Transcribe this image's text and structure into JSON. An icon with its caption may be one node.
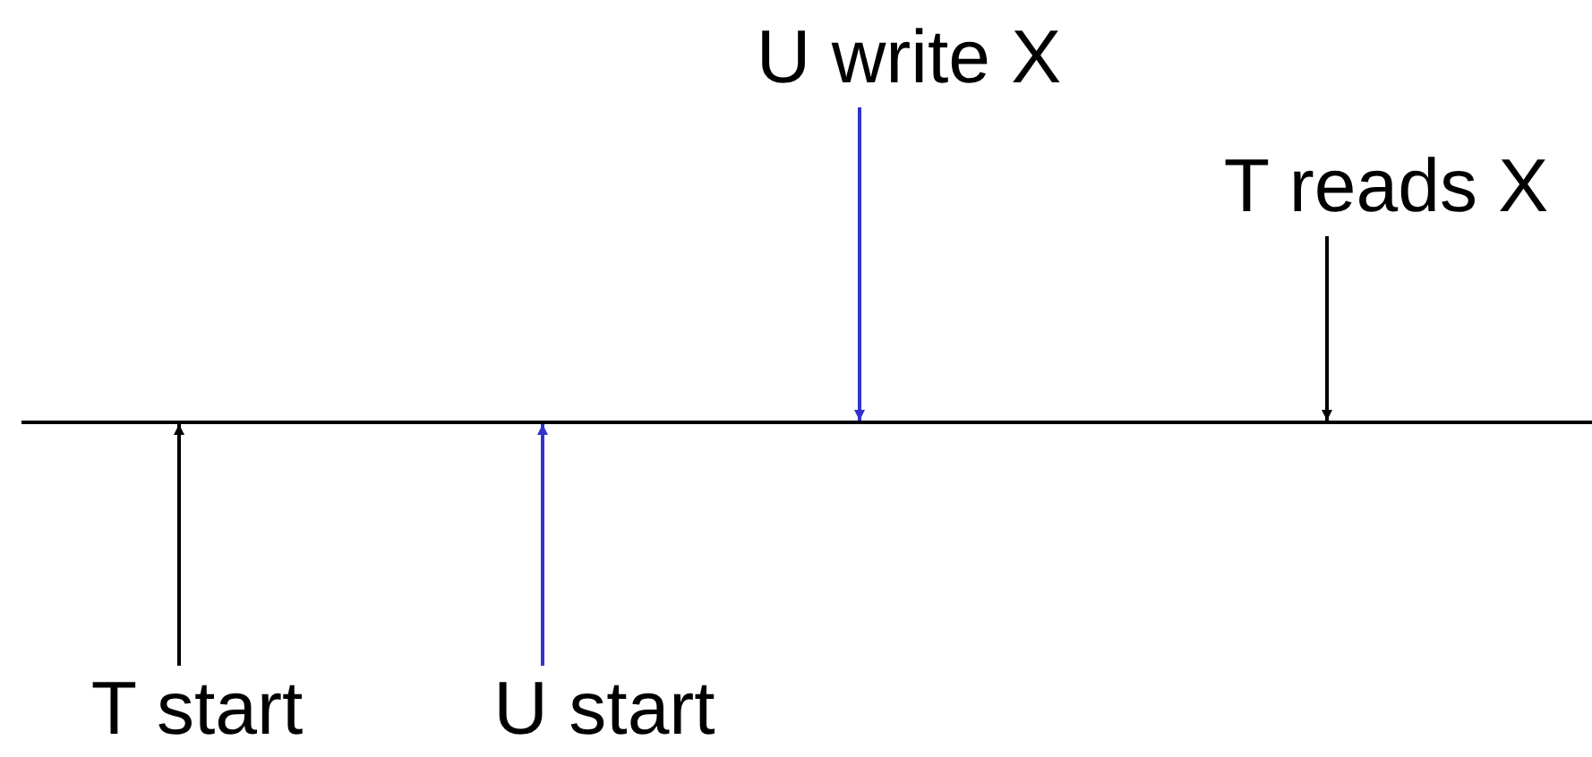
{
  "diagram": {
    "nodes": [
      {
        "text": [
          "U write X"
        ]
      },
      {
        "text": [
          "T reads X"
        ]
      },
      {
        "text": [],
        "shape": "bar"
      },
      {
        "text": [
          "T start"
        ]
      },
      {
        "text": [
          "U start"
        ]
      }
    ],
    "edges": [
      {
        "from": 0,
        "to": 2,
        "arrow": "to",
        "color": "#3333cc"
      },
      {
        "from": 1,
        "to": 2,
        "arrow": "to",
        "color": "#000000"
      },
      {
        "from": 3,
        "to": 2,
        "arrow": "to",
        "color": "#000000"
      },
      {
        "from": 4,
        "to": 2,
        "arrow": "to",
        "color": "#3333cc"
      }
    ]
  }
}
